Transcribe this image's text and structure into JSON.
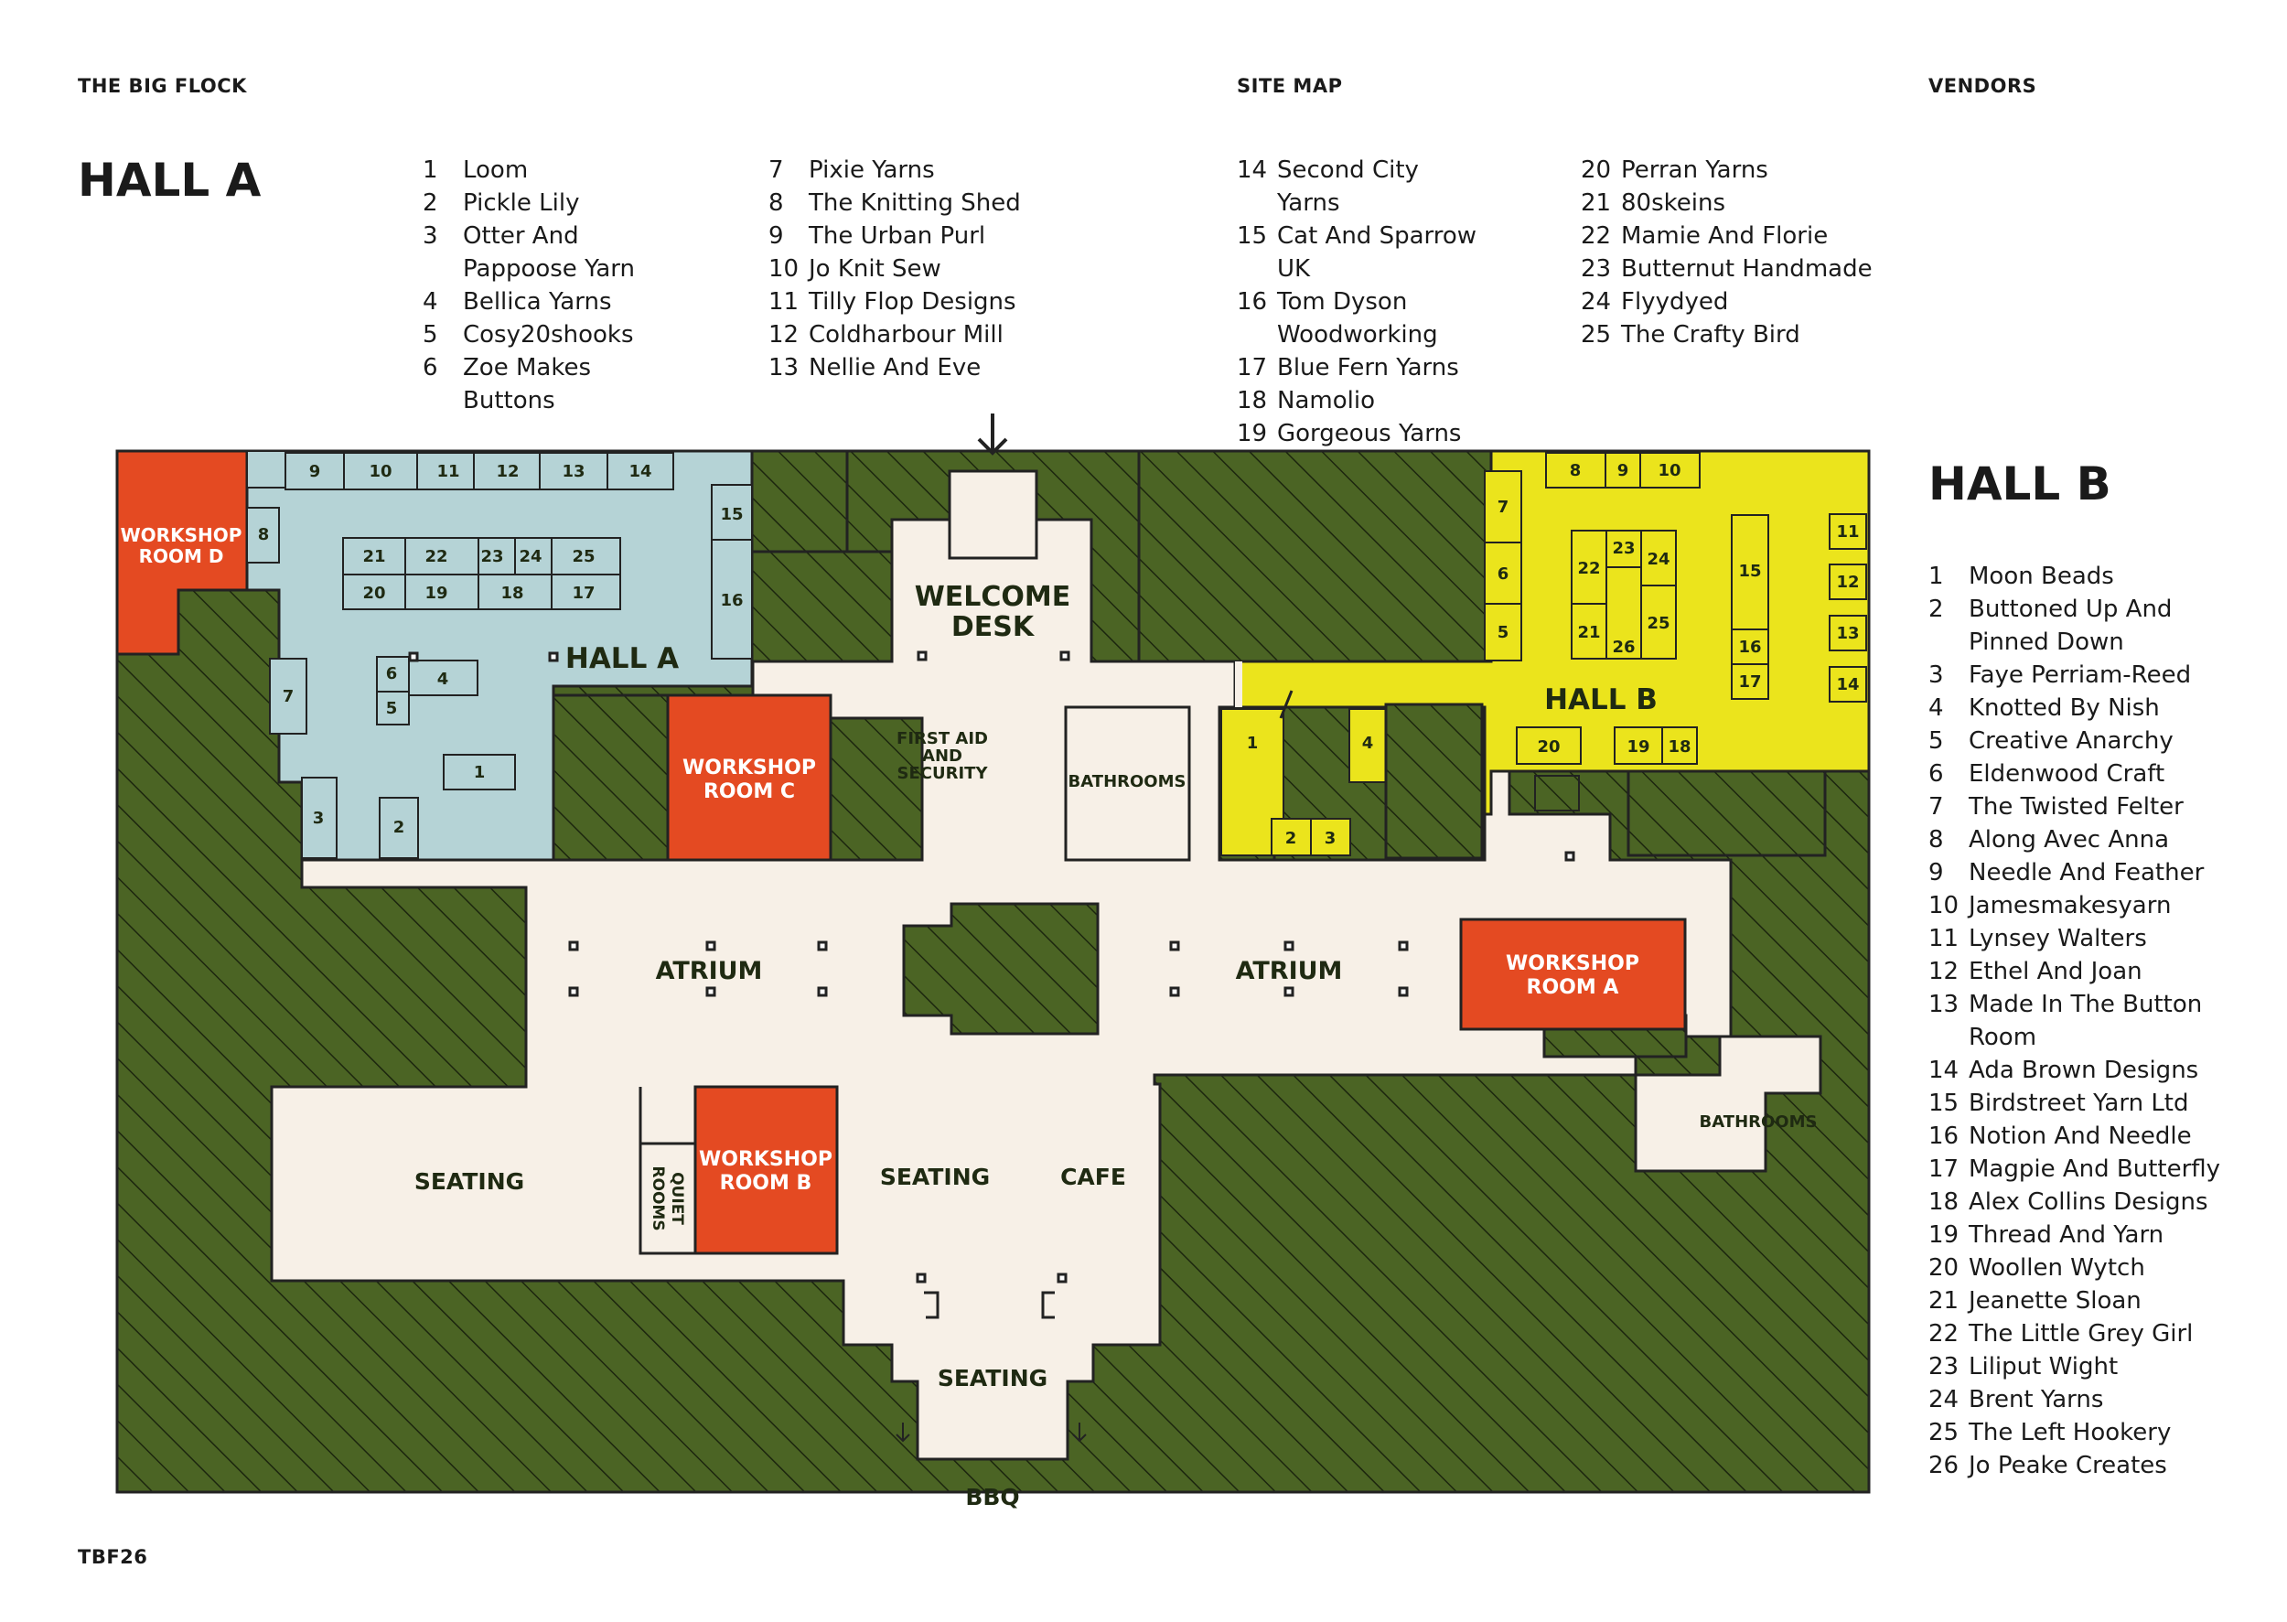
{
  "header": {
    "brand": "THE BIG FLOCK",
    "site_map": "SITE MAP",
    "vendors": "VENDORS",
    "footer": "TBF26"
  },
  "hall_a": {
    "title": "HALL A",
    "vendors": [
      {
        "num": "1",
        "name": "Loom"
      },
      {
        "num": "2",
        "name": "Pickle Lily"
      },
      {
        "num": "3",
        "name": "Otter And Pappoose Yarn"
      },
      {
        "num": "4",
        "name": "Bellica Yarns"
      },
      {
        "num": "5",
        "name": "Cosy20shooks"
      },
      {
        "num": "6",
        "name": "Zoe Makes Buttons"
      },
      {
        "num": "7",
        "name": "Pixie Yarns"
      },
      {
        "num": "8",
        "name": "The Knitting Shed"
      },
      {
        "num": "9",
        "name": "The Urban Purl"
      },
      {
        "num": "10",
        "name": "Jo Knit Sew"
      },
      {
        "num": "11",
        "name": "Tilly Flop Designs"
      },
      {
        "num": "12",
        "name": "Coldharbour Mill"
      },
      {
        "num": "13",
        "name": "Nellie And Eve"
      },
      {
        "num": "14",
        "name": "Second City Yarns"
      },
      {
        "num": "15",
        "name": "Cat And Sparrow UK"
      },
      {
        "num": "16",
        "name": "Tom Dyson Woodworking"
      },
      {
        "num": "17",
        "name": "Blue Fern Yarns"
      },
      {
        "num": "18",
        "name": "Namolio"
      },
      {
        "num": "19",
        "name": "Gorgeous Yarns"
      },
      {
        "num": "20",
        "name": "Perran Yarns"
      },
      {
        "num": "21",
        "name": "80skeins"
      },
      {
        "num": "22",
        "name": "Mamie And Florie"
      },
      {
        "num": "23",
        "name": "Butternut Handmade"
      },
      {
        "num": "24",
        "name": "Flyydyed"
      },
      {
        "num": "25",
        "name": "The Crafty Bird"
      }
    ]
  },
  "hall_b": {
    "title": "HALL B",
    "vendors": [
      {
        "num": "1",
        "name": "Moon Beads"
      },
      {
        "num": "2",
        "name": "Buttoned Up And Pinned Down"
      },
      {
        "num": "3",
        "name": "Faye Perriam-Reed"
      },
      {
        "num": "4",
        "name": "Knotted By Nish"
      },
      {
        "num": "5",
        "name": "Creative Anarchy"
      },
      {
        "num": "6",
        "name": "Eldenwood Craft"
      },
      {
        "num": "7",
        "name": "The Twisted Felter"
      },
      {
        "num": "8",
        "name": "Along Avec Anna"
      },
      {
        "num": "9",
        "name": "Needle And Feather"
      },
      {
        "num": "10",
        "name": "Jamesmakesyarn"
      },
      {
        "num": "11",
        "name": "Lynsey Walters"
      },
      {
        "num": "12",
        "name": "Ethel And Joan"
      },
      {
        "num": "13",
        "name": "Made In The Button Room"
      },
      {
        "num": "14",
        "name": "Ada Brown Designs"
      },
      {
        "num": "15",
        "name": "Birdstreet Yarn Ltd"
      },
      {
        "num": "16",
        "name": "Notion And Needle"
      },
      {
        "num": "17",
        "name": "Magpie And Butterfly"
      },
      {
        "num": "18",
        "name": "Alex Collins Designs"
      },
      {
        "num": "19",
        "name": "Thread And Yarn"
      },
      {
        "num": "20",
        "name": "Woollen Wytch"
      },
      {
        "num": "21",
        "name": "Jeanette Sloan"
      },
      {
        "num": "22",
        "name": "The Little Grey Girl"
      },
      {
        "num": "23",
        "name": "Liliput Wight"
      },
      {
        "num": "24",
        "name": "Brent Yarns"
      },
      {
        "num": "25",
        "name": "The Left Hookery"
      },
      {
        "num": "26",
        "name": "Jo Peake Creates"
      }
    ]
  },
  "map": {
    "hall_a_label": "HALL A",
    "hall_b_label": "HALL B",
    "welcome_1": "WELCOME",
    "welcome_2": "DESK",
    "first_aid_1": "FIRST AID",
    "first_aid_2": "AND",
    "first_aid_3": "SECURITY",
    "bathrooms": "BATHROOMS",
    "bathrooms_2": "BATHROOMS",
    "atrium": "ATRIUM",
    "atrium_2": "ATRIUM",
    "seating": "SEATING",
    "seating_2": "SEATING",
    "seating_3": "SEATING",
    "cafe": "CAFE",
    "quiet_1": "QUIET",
    "quiet_2": "ROOMS",
    "bbq": "BBQ",
    "workshop": "WORKSHOP",
    "room_a": "ROOM A",
    "room_b": "ROOM B",
    "room_c": "ROOM C",
    "room_d": "ROOM D"
  },
  "colors": {
    "hall_a": "#b5d3d6",
    "hall_b": "#ebe41c",
    "workshop": "#e44a22",
    "floor": "#f7f0e7",
    "hatch": "#4b6424",
    "outline": "#222222"
  }
}
